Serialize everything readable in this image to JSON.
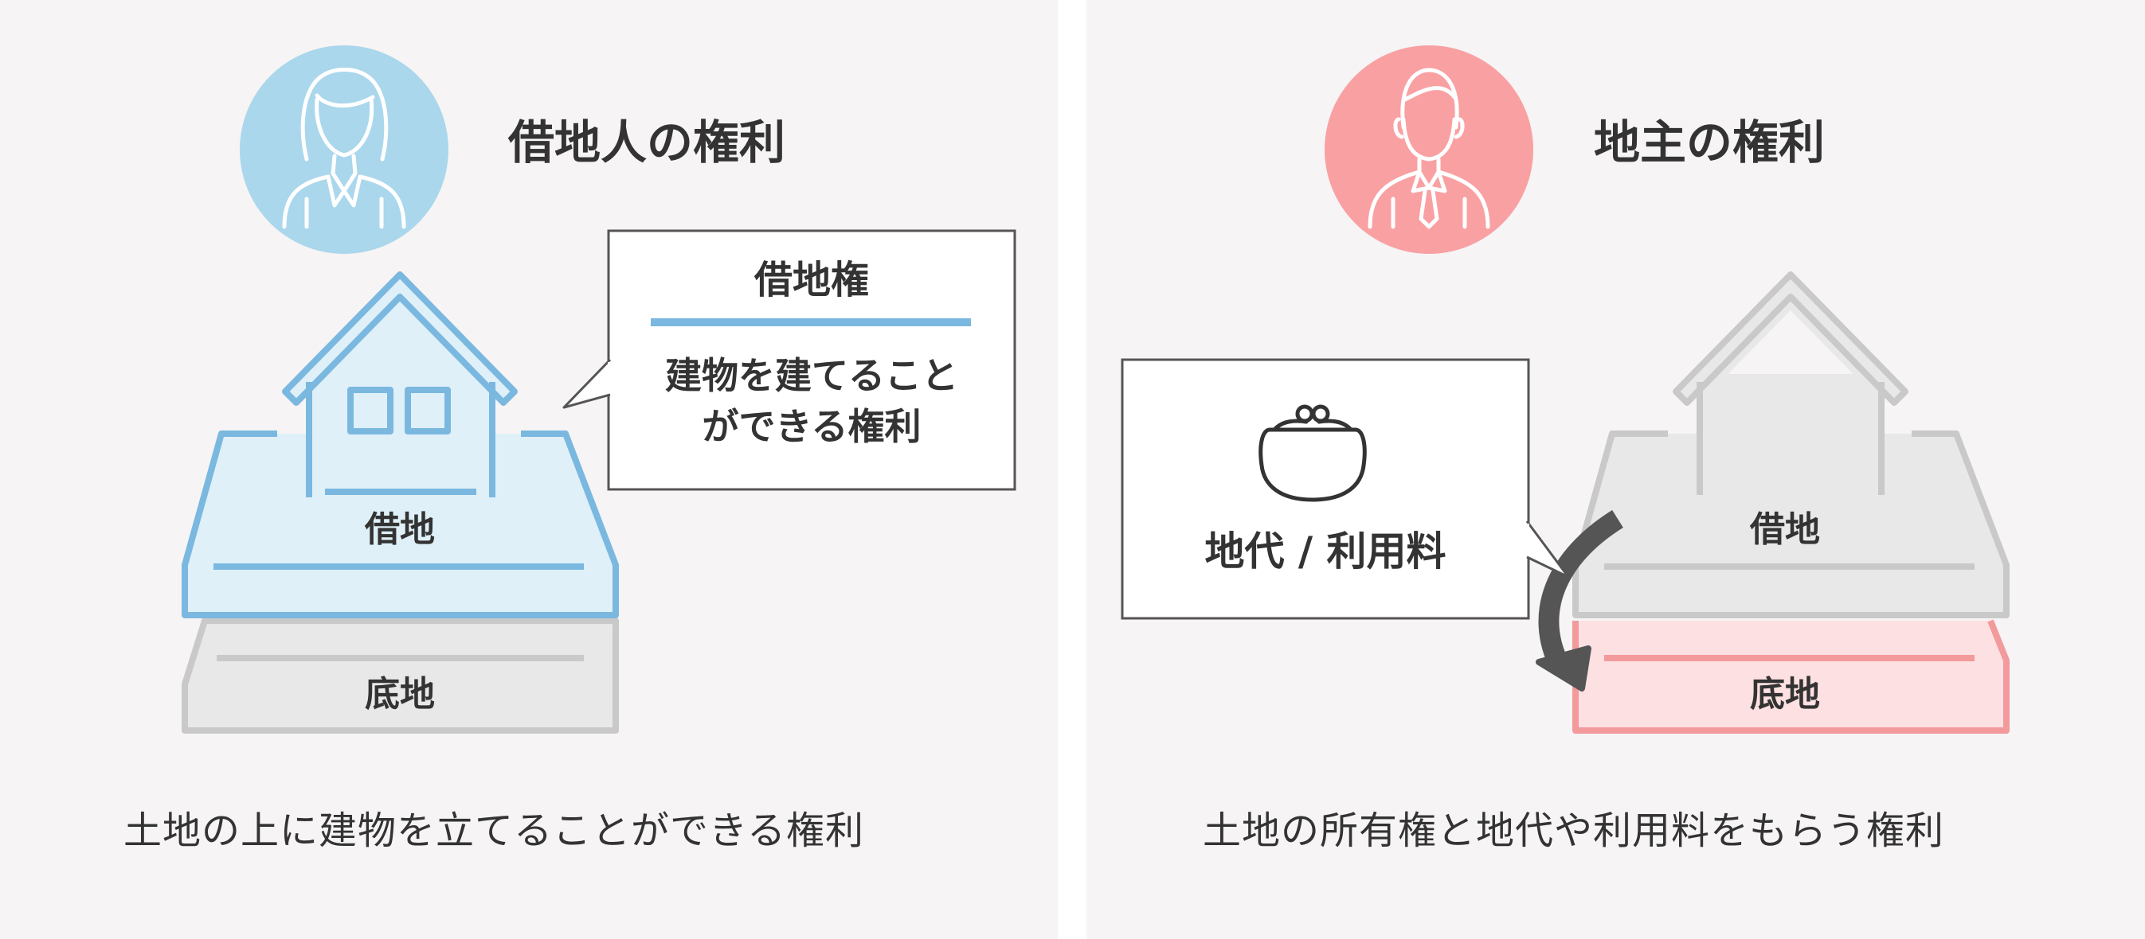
{
  "colors": {
    "panel_background": "#f6f4f5",
    "tenant_accent": "#7ab8e0",
    "tenant_fill": "#dff0f8",
    "tenant_avatar": "#aad7ec",
    "landowner_accent": "#f29a9c",
    "landowner_fill": "#fde0e2",
    "landowner_avatar": "#f9a0a3",
    "neutral_stroke": "#c9c9c9",
    "neutral_fill": "#e8e8e8",
    "text": "#333333",
    "arrow": "#555555"
  },
  "tenant": {
    "title": "借地人の権利",
    "avatar_icon": "businesswoman-icon",
    "house_icon": "house-icon",
    "callout_title": "借地権",
    "callout_line1": "建物を建てること",
    "callout_line2": "ができる権利",
    "layer_top_label": "借地",
    "layer_bottom_label": "底地",
    "caption": "土地の上に建物を立てることができる権利"
  },
  "landowner": {
    "title": "地主の権利",
    "avatar_icon": "businessman-icon",
    "house_icon": "house-icon",
    "callout_icon": "coin-purse-icon",
    "callout_text": "地代 / 利用料",
    "layer_top_label": "借地",
    "layer_bottom_label": "底地",
    "arrow_icon": "curved-arrow-icon",
    "caption": "土地の所有権と地代や利用料をもらう権利"
  }
}
